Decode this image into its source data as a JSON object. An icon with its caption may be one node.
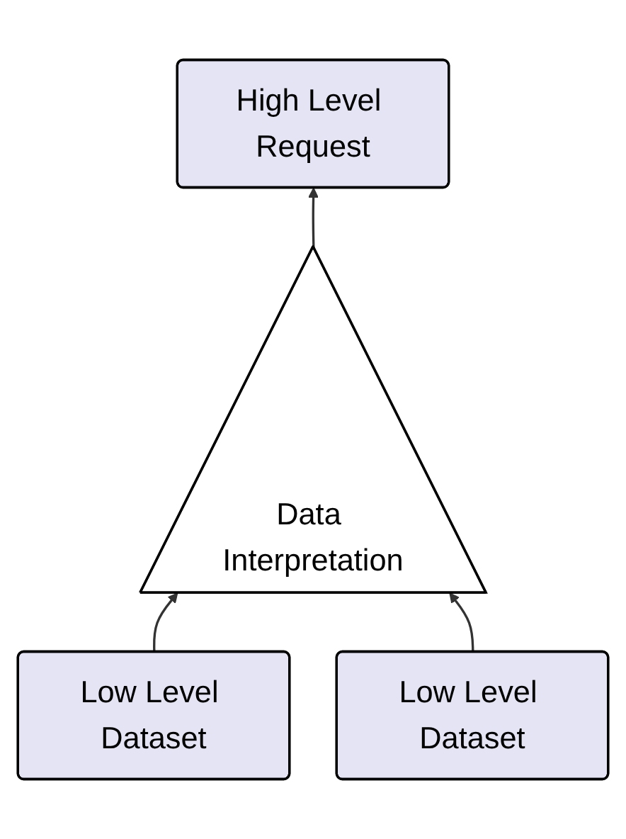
{
  "diagram": {
    "nodes": [
      {
        "text": [
          "High Level Request"
        ]
      },
      {
        "text": [
          "Data Interpretation"
        ]
      },
      {
        "text": [
          "Low Level Dataset"
        ]
      },
      {
        "text": [
          "Low Level Dataset"
        ]
      }
    ],
    "edges": [
      {
        "from": 1,
        "to": 0,
        "arrow": "to"
      },
      {
        "from": 2,
        "to": 1,
        "arrow": "to"
      },
      {
        "from": 3,
        "to": 1,
        "arrow": "to"
      }
    ]
  }
}
